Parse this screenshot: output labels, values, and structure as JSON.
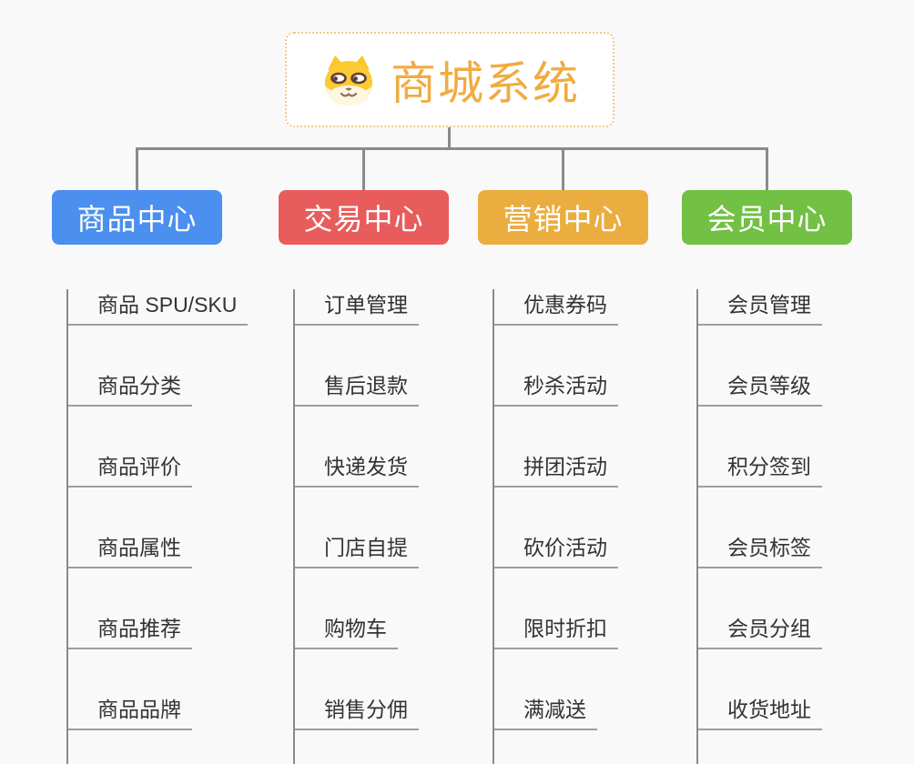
{
  "root": {
    "title": "商城系统",
    "icon": "dog-face-icon",
    "title_color": "#f0ac40",
    "border_color": "#f2c987"
  },
  "style": {
    "background_color": "#f9f9f9",
    "connector_color": "#8a8a8a",
    "underline_color": "#9e9e9e",
    "child_text_color": "#333333"
  },
  "branches": [
    {
      "label": "商品中心",
      "color": "#4b8fef",
      "items": [
        "商品 SPU/SKU",
        "商品分类",
        "商品评价",
        "商品属性",
        "商品推荐",
        "商品品牌"
      ]
    },
    {
      "label": "交易中心",
      "color": "#e85d5c",
      "items": [
        "订单管理",
        "售后退款",
        "快递发货",
        "门店自提",
        "购物车",
        "销售分佣"
      ]
    },
    {
      "label": "营销中心",
      "color": "#ebad3f",
      "items": [
        "优惠券码",
        "秒杀活动",
        "拼团活动",
        "砍价活动",
        "限时折扣",
        "满减送"
      ]
    },
    {
      "label": "会员中心",
      "color": "#72c044",
      "items": [
        "会员管理",
        "会员等级",
        "积分签到",
        "会员标签",
        "会员分组",
        "收货地址"
      ]
    }
  ]
}
